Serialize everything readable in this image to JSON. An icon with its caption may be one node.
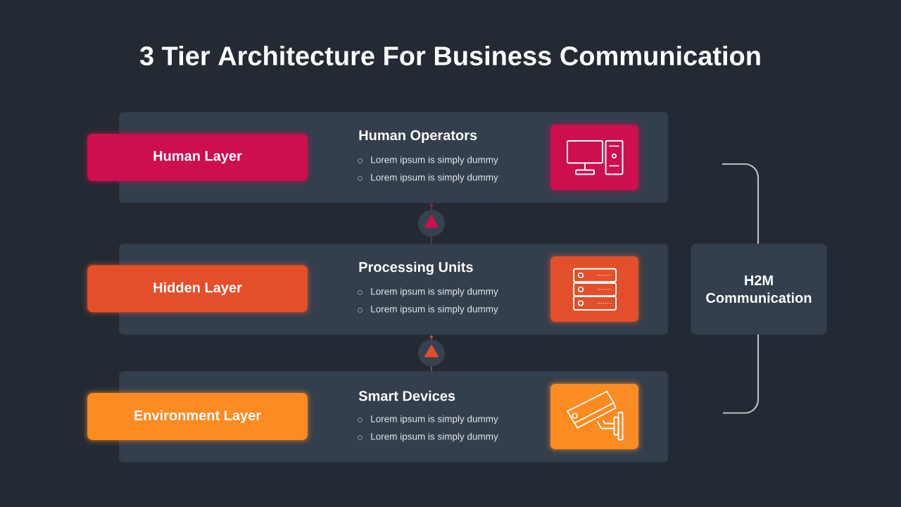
{
  "diagram": {
    "title": "3 Tier Architecture For Business Communication",
    "nodes": [
      {
        "text": [
          "Human Layer"
        ]
      },
      {
        "text": [
          "Human Operators",
          "Lorem ipsum is simply dummy",
          "Lorem ipsum is simply dummy"
        ]
      },
      {
        "text": [
          "Hidden Layer"
        ]
      },
      {
        "text": [
          "Processing Units",
          "Lorem ipsum is simply dummy",
          "Lorem ipsum is simply dummy"
        ]
      },
      {
        "text": [
          "Environment Layer"
        ]
      },
      {
        "text": [
          "Smart Devices",
          "Lorem ipsum is simply dummy",
          "Lorem ipsum is simply dummy"
        ]
      },
      {
        "text": [
          "H2M Communication"
        ]
      }
    ],
    "edges": [
      {
        "from": 3,
        "to": 1,
        "arrow": "to",
        "color": "#cd0f4d"
      },
      {
        "from": 5,
        "to": 3,
        "arrow": "to",
        "color": "#e34f2b"
      }
    ]
  }
}
